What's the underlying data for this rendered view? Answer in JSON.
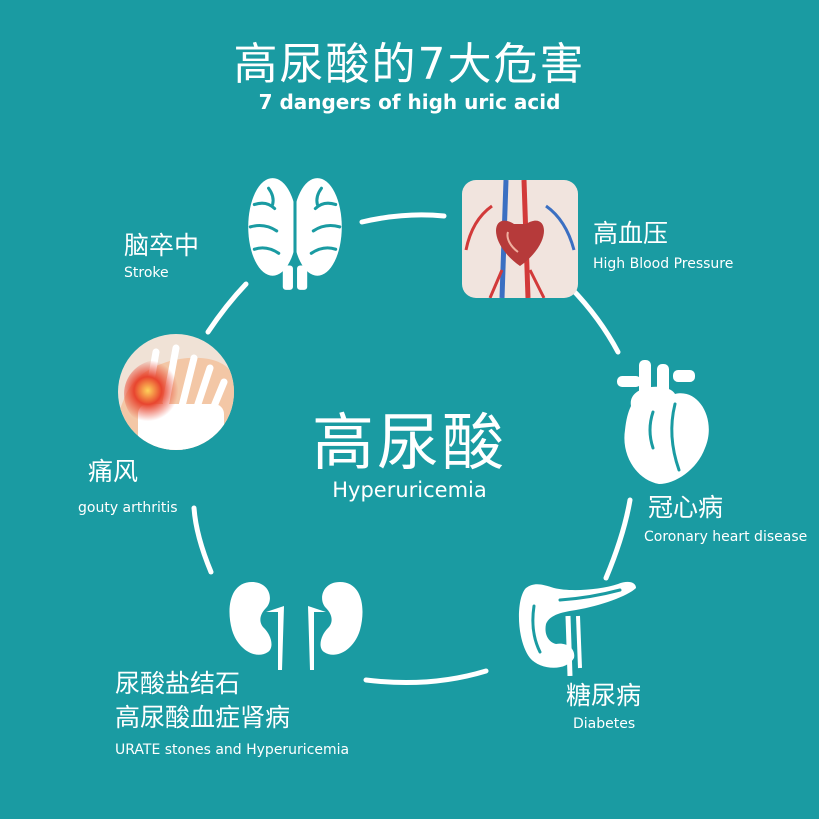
{
  "title": {
    "cn": "高尿酸的7大危害",
    "en": "7 dangers of high uric acid"
  },
  "center": {
    "cn": "高尿酸",
    "en": "Hyperuricemia"
  },
  "dangers": [
    {
      "id": "stroke",
      "cn": "脑卒中",
      "en": "Stroke",
      "icon": "brain-icon"
    },
    {
      "id": "blood-pressure",
      "cn": "高血压",
      "en": "High Blood Pressure",
      "icon": "circulatory-system-icon"
    },
    {
      "id": "heart",
      "cn": "冠心病",
      "en": "Coronary heart disease",
      "icon": "heart-icon"
    },
    {
      "id": "diabetes",
      "cn": "糖尿病",
      "en": "Diabetes",
      "icon": "pancreas-icon"
    },
    {
      "id": "kidney",
      "cn_line1": "尿酸盐结石",
      "cn_line2": "高尿酸血症肾病",
      "en": "URATE stones and Hyperuricemia",
      "icon": "kidneys-icon"
    },
    {
      "id": "gout",
      "cn": "痛风",
      "en": "gouty arthritis",
      "icon": "foot-joint-icon"
    }
  ],
  "colors": {
    "background": "#1a9ba2",
    "foreground": "#ffffff",
    "inflammation": "#e8452f"
  }
}
